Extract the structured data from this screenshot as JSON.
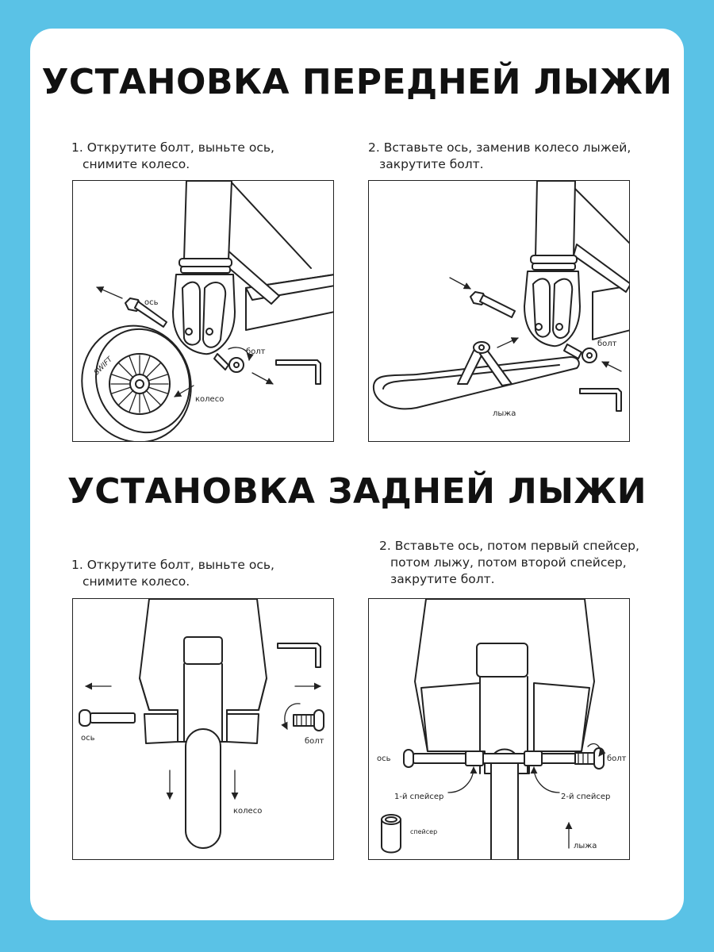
{
  "front": {
    "title": "УСТАНОВКА ПЕРЕДНЕЙ ЛЫЖИ",
    "step1": {
      "line1": "1. Открутите болт, выньте ось,",
      "line2": "снимите колесо."
    },
    "step2": {
      "line1": "2. Вставьте ось, заменив колесо лыжей,",
      "line2": "закрутите болт."
    },
    "panel1": {
      "axle": "ось",
      "bolt": "болт",
      "wheel": "колесо"
    },
    "panel2": {
      "bolt": "болт",
      "ski": "лыжа"
    }
  },
  "rear": {
    "title": "УСТАНОВКА ЗАДНЕЙ ЛЫЖИ",
    "step1": {
      "line1": "1. Открутите болт, выньте ось,",
      "line2": "снимите колесо."
    },
    "step2": {
      "line1": "2. Вставьте ось, потом первый спейсер,",
      "line2": "потом лыжу, потом второй спейсер,",
      "line3": "закрутите болт."
    },
    "panel1": {
      "axle": "ось",
      "bolt": "болт",
      "wheel": "колесо"
    },
    "panel2": {
      "axle": "ось",
      "bolt": "болт",
      "spacer1": "1-й спейсер",
      "spacer2": "2-й спейсер",
      "spacer": "спейсер",
      "ski": "лыжа"
    }
  },
  "colors": {
    "background": "#5ac2e6",
    "card": "#ffffff",
    "ink": "#222222"
  },
  "wheel_logo_text": "SWIFT"
}
